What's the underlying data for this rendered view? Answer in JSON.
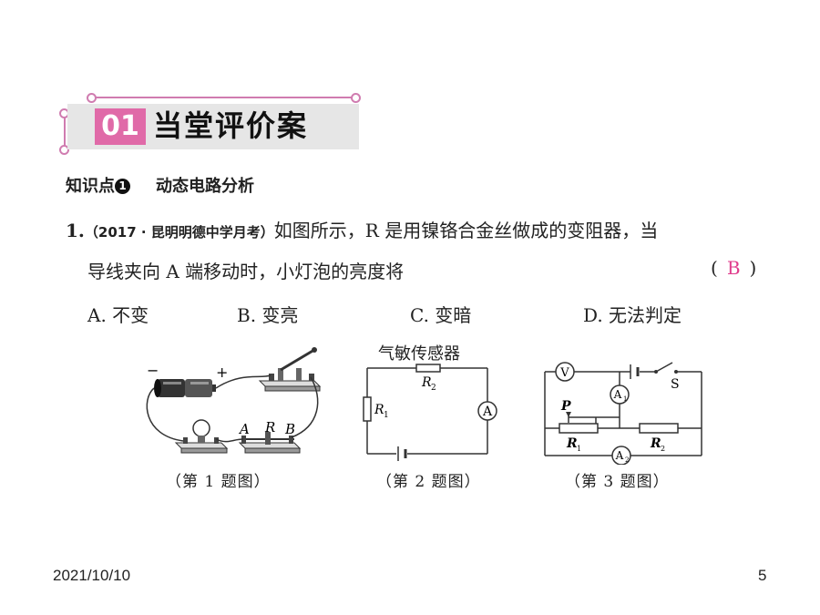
{
  "section": {
    "number": "01",
    "title": "当堂评价案"
  },
  "knowledge_point": {
    "label": "知识点",
    "index": "1",
    "topic": "动态电路分析"
  },
  "question": {
    "number": "1.",
    "source": "（2017 · 昆明明德中学月考）",
    "text_line1": "如图所示，R 是用镍铬合金丝做成的变阻器，当",
    "text_line2": "导线夹向 A 端移动时，小灯泡的亮度将",
    "answer_open": "(",
    "answer": "B",
    "answer_close": ")",
    "options": [
      {
        "label": "A. 不变"
      },
      {
        "label": "B. 变亮"
      },
      {
        "label": "C. 变暗"
      },
      {
        "label": "D. 无法判定"
      }
    ]
  },
  "figures": {
    "fig1": {
      "caption": "（第 1 题图）",
      "minus": "−",
      "plus": "+",
      "label_a": "A",
      "label_r": "R",
      "label_b": "B"
    },
    "fig2": {
      "caption": "（第 2 题图）",
      "sensor_label": "气敏传感器",
      "r2": "R",
      "r2_sub": "2",
      "r1": "R",
      "r1_sub": "1",
      "ammeter": "A"
    },
    "fig3": {
      "caption": "（第 3 题图）",
      "voltmeter": "V",
      "switch": "S",
      "a1": "A",
      "a1_sub": "1",
      "a2": "A",
      "a2_sub": "2",
      "p": "P",
      "r1": "R",
      "r1_sub": "1",
      "r2": "R",
      "r2_sub": "2"
    }
  },
  "footer": {
    "date": "2021/10/10",
    "page": "5"
  },
  "colors": {
    "accent": "#e06aa8",
    "answer": "#e03c8c",
    "banner_bg": "#e6e6e6"
  }
}
